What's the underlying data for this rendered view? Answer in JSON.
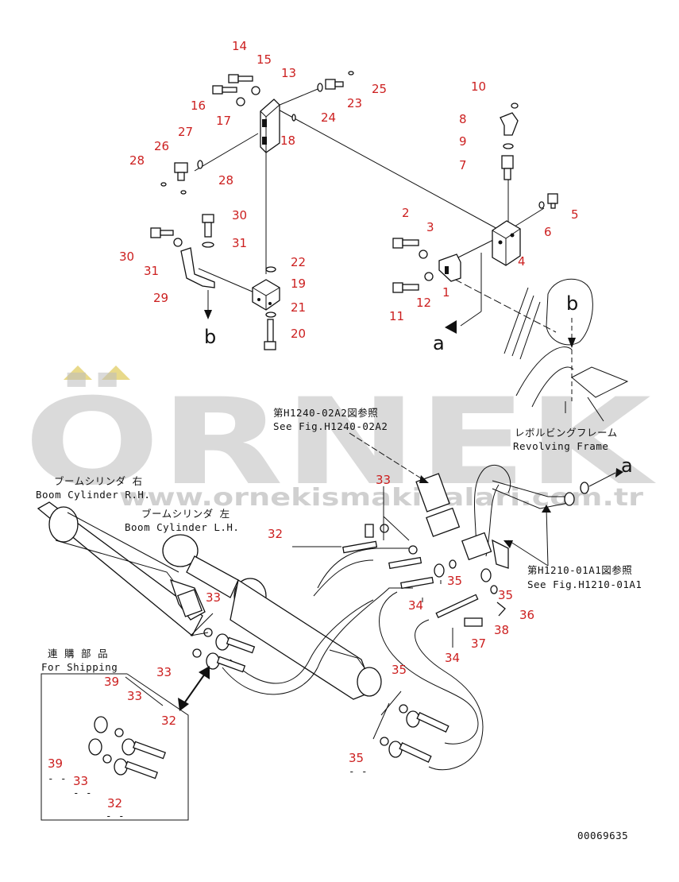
{
  "watermark": {
    "brand": "ÖRNEK",
    "url": "www.ornekismakinalari.com.tr",
    "accent_color": "#e8d98a"
  },
  "labels": {
    "see_fig_a2_jp": "第H1240-02A2図参照",
    "see_fig_a2_en": "See Fig.H1240-02A2",
    "revolving_jp": "レボルビングフレーム",
    "revolving_en": "Revolving Frame",
    "boom_rh_jp": "ブームシリンダ 右",
    "boom_rh_en": "Boom Cylinder R.H.",
    "boom_lh_jp": "ブームシリンダ 左",
    "boom_lh_en": "Boom Cylinder L.H.",
    "see_fig_a1_jp": "第H1210-01A1図参照",
    "see_fig_a1_en": "See Fig.H1210-01A1",
    "shipping_jp": "連 購 部 品",
    "shipping_en": "For Shipping",
    "dash_a": "- -",
    "dash_b": "- -",
    "dash_c": "- -",
    "dash_d": "- -",
    "doc_number": "00069635"
  },
  "letters": {
    "a_left": "a",
    "a_right": "a",
    "b_left": "b",
    "b_right": "b"
  },
  "parts": {
    "p14": "14",
    "p15": "15",
    "p13": "13",
    "p16": "16",
    "p17": "17",
    "p23": "23",
    "p25": "25",
    "p24": "24",
    "p18": "18",
    "p27": "27",
    "p26": "26",
    "p28a": "28",
    "p28b": "28",
    "p10": "10",
    "p8": "8",
    "p9": "9",
    "p7": "7",
    "p30a": "30",
    "p31a": "31",
    "p30b": "30",
    "p31b": "31",
    "p29": "29",
    "p22": "22",
    "p19": "19",
    "p21": "21",
    "p20": "20",
    "p2": "2",
    "p3": "3",
    "p5": "5",
    "p6": "6",
    "p4": "4",
    "p1": "1",
    "p12": "12",
    "p11": "11",
    "p33a": "33",
    "p32a": "32",
    "p35a": "35",
    "p35b": "35",
    "p36": "36",
    "p38": "38",
    "p37": "37",
    "p34a": "34",
    "p34b": "34",
    "p33b": "33",
    "p33c": "33",
    "p35c": "35",
    "p35d": "35",
    "p39a": "39",
    "p33d": "33",
    "p32b": "32",
    "p39b": "39",
    "p33e": "33",
    "p32c": "32"
  }
}
